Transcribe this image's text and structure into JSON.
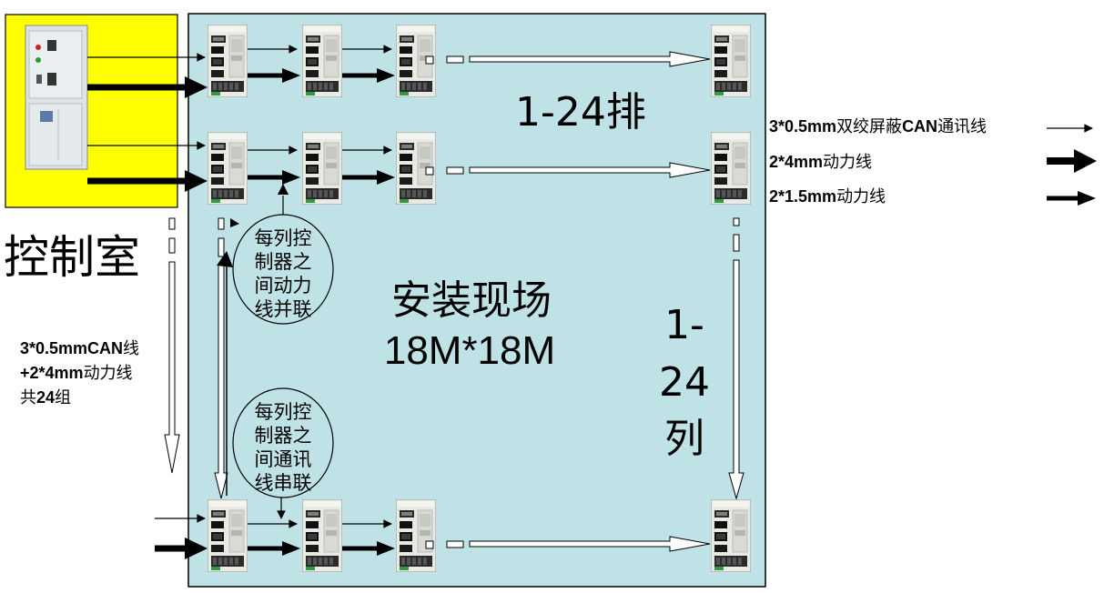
{
  "control_room": {
    "label": "控制室"
  },
  "site": {
    "title_line1": "安装现场",
    "title_line2": "18M*18M",
    "rows_label": "1-24排",
    "cols_label_line1": "1-",
    "cols_label_line2": "24",
    "cols_label_line3": "列"
  },
  "note_power": {
    "line1": "每列控",
    "line2": "制器之",
    "line3": "间动力",
    "line4": "线并联"
  },
  "note_comm": {
    "line1": "每列控",
    "line2": "制器之",
    "line3": "间通讯",
    "line4": "线串联"
  },
  "cable_bundle": {
    "line1_a": "3*0.5mmCAN",
    "line1_b": "线",
    "line2_a": "+2*4mm",
    "line2_b": "动力线",
    "line3_a": "共",
    "line3_b": "24",
    "line3_c": "组"
  },
  "legend": [
    {
      "spec": "3*0.5mm",
      "desc_a": "双绞屏蔽",
      "desc_b": "CAN",
      "desc_c": "通讯线"
    },
    {
      "spec": "2*4mm",
      "desc_a": "动力线",
      "desc_b": "",
      "desc_c": ""
    },
    {
      "spec": "2*1.5mm",
      "desc_a": "动力线",
      "desc_b": "",
      "desc_c": ""
    }
  ],
  "colors": {
    "site_bg": "#bfe2e6",
    "control_room_bg": "#ffff00",
    "controller_body": "#e9eae4",
    "cabinet_body": "#dde3e6",
    "line": "#000000"
  }
}
